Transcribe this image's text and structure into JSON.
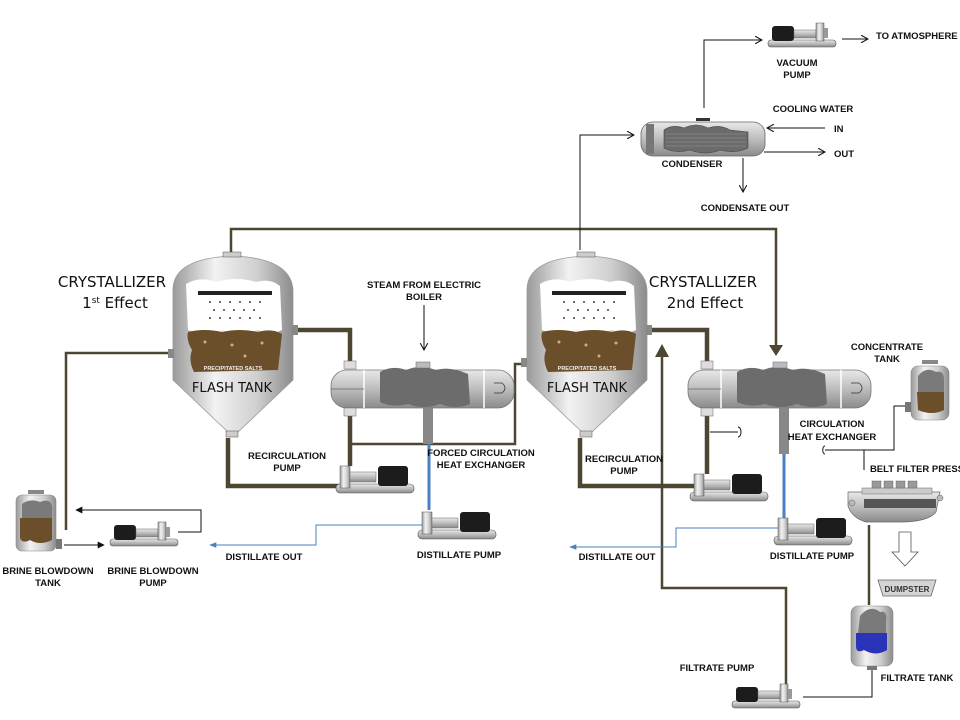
{
  "diagram": {
    "title": "Two-effect forced circulation crystallizer process flow",
    "colors": {
      "brine_pipe": "#4d4630",
      "distillate_line": "#4a7fc0",
      "signal_line": "#111111",
      "vessel_steel": "#c8c8c8",
      "precipitated_salts": "#6b4f2a",
      "filtrate": "#2a34b8"
    },
    "crystallizer_1": {
      "title": "CRYSTALLIZER",
      "effect_prefix": "1",
      "effect_sup": "st",
      "effect_suffix": " Effect",
      "tank_label": "FLASH TANK",
      "salts_label": "PRECIPITATED SALTS"
    },
    "crystallizer_2": {
      "title": "CRYSTALLIZER",
      "effect": "2nd Effect",
      "tank_label": "FLASH TANK",
      "salts_label": "PRECIPITATED SALTS"
    },
    "labels": {
      "vacuum_pump_1": "VACUUM",
      "vacuum_pump_2": "PUMP",
      "to_atmosphere": "TO ATMOSPHERE",
      "cooling_water": "COOLING WATER",
      "cw_in": "IN",
      "cw_out": "OUT",
      "condenser": "CONDENSER",
      "condensate_out": "CONDENSATE OUT",
      "steam_1": "STEAM FROM ELECTRIC",
      "steam_2": "BOILER",
      "recirc_pump_1a": "RECIRCULATION",
      "recirc_pump_1b": "PUMP",
      "fc_hx_1": "FORCED CIRCULATION",
      "fc_hx_2": "HEAT EXCHANGER",
      "distillate_out_1": "DISTILLATE OUT",
      "distillate_pump_1": "DISTILLATE PUMP",
      "brine_tank_1": "BRINE BLOWDOWN",
      "brine_tank_2": "TANK",
      "brine_pump_1": "BRINE BLOWDOWN",
      "brine_pump_2": "PUMP",
      "recirc_pump_2a": "RECIRCULATION",
      "recirc_pump_2b": "PUMP",
      "circ_hx_1": "CIRCULATION",
      "circ_hx_2": "HEAT EXCHANGER",
      "distillate_out_2": "DISTILLATE OUT",
      "distillate_pump_2": "DISTILLATE PUMP",
      "concentrate_tank_1": "CONCENTRATE",
      "concentrate_tank_2": "TANK",
      "belt_filter_press": "BELT FILTER PRESS",
      "dumpster": "DUMPSTER",
      "filtrate_tank": "FILTRATE TANK",
      "filtrate_pump": "FILTRATE PUMP"
    }
  }
}
